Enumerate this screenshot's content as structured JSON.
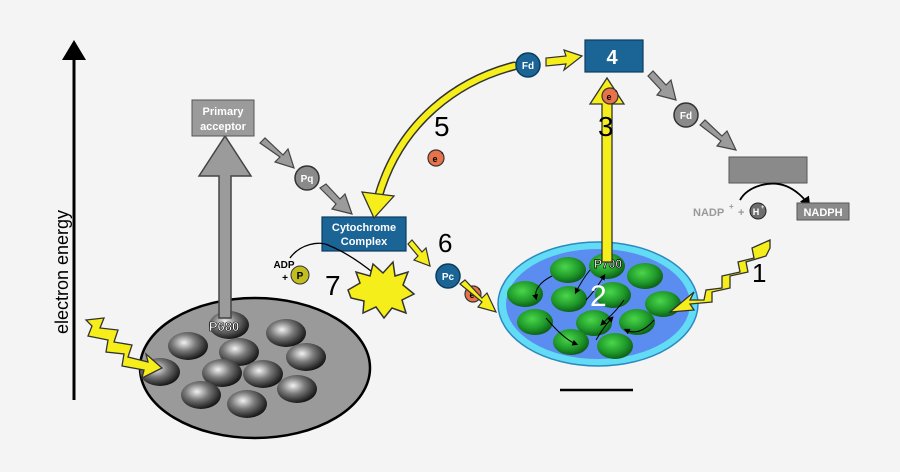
{
  "axis": {
    "label": "electron energy"
  },
  "photosystem_ii": {
    "label": "P680"
  },
  "photosystem_i": {
    "label": "P700"
  },
  "primary_acceptor": {
    "line1": "Primary",
    "line2": "acceptor"
  },
  "plastoquinone": {
    "label": "Pq"
  },
  "cytochrome_complex": {
    "line1": "Cytochrome",
    "line2": "Complex"
  },
  "plastocyanin": {
    "label": "Pc"
  },
  "ferredoxin_cycle": {
    "label": "Fd"
  },
  "ferredoxin_linear": {
    "label": "Fd"
  },
  "box_4": {
    "label": "4"
  },
  "electron_label": "e",
  "electron_charge": "-",
  "adp": {
    "label": "ADP",
    "plus": "+",
    "phosphate": "P"
  },
  "nadp": {
    "nadp": "NADP",
    "sup_plus": "+",
    "plus": "+",
    "h": "H",
    "product": "NADPH"
  },
  "step_numbers": {
    "n1": "1",
    "n2": "2",
    "n3": "3",
    "n5": "5",
    "n6": "6",
    "n7": "7"
  },
  "colors": {
    "background": "#f4f4f4",
    "blue_box": "#1a6496",
    "yellow": "#f5ee1a",
    "gray_arrow": "#9b9b9b",
    "ps1_fill": "#5b8df0",
    "ps1_ring": "#62dcf5",
    "ps2_fill": "#9a9a9a",
    "electron_orange": "#e8734a"
  }
}
